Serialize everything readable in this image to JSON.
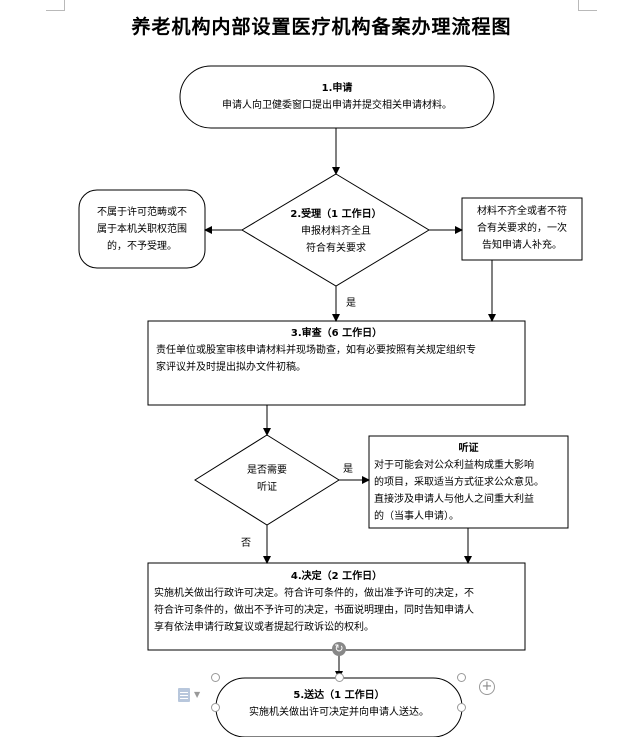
{
  "title": "养老机构内部设置医疗机构备案办理流程图",
  "nodes": {
    "apply": {
      "title": "1.申请",
      "lines": [
        "申请人向卫健委窗口提出申请并提交相关申请材料。"
      ]
    },
    "reject": {
      "lines": [
        "不属于许可范畴或不",
        "属于本机关职权范围",
        "的，不予受理。"
      ]
    },
    "accept": {
      "title": "2.受理（1 工作日）",
      "lines": [
        "申报材料齐全且",
        "符合有关要求"
      ]
    },
    "supplement": {
      "lines": [
        "材料不齐全或者不符",
        "合有关要求的，一次",
        "告知申请人补充。"
      ]
    },
    "review": {
      "title": "3.审查（6 工作日）",
      "lines": [
        "责任单位或股室审核申请材料并现场勘查，如有必要按照有关规定组织专",
        "家评议并及时提出拟办文件初稿。"
      ]
    },
    "hearing_q": {
      "lines": [
        "是否需要",
        "听证"
      ]
    },
    "hearing": {
      "title": "听证",
      "lines": [
        "对于可能会对公众利益构成重大影响",
        "的项目，采取适当方式征求公众意见。",
        "直接涉及申请人与他人之间重大利益",
        "的（当事人申请）。"
      ]
    },
    "decision": {
      "title": "4.决定（2 工作日）",
      "lines": [
        "实施机关做出行政许可决定。符合许可条件的，做出准予许可的决定，不",
        "符合许可条件的，做出不予许可的决定，书面说明理由，同时告知申请人",
        "享有依法申请行政复议或者提起行政诉讼的权利。"
      ]
    },
    "deliver": {
      "title": "5.送达（1 工作日）",
      "lines": [
        "实施机关做出许可决定并向申请人送达。"
      ]
    }
  },
  "edge_labels": {
    "accept_yes": "是",
    "hearing_yes": "是",
    "hearing_no": "否"
  },
  "icons": {
    "document": "document-icon",
    "add": "plus-icon",
    "rotate": "rotate-icon"
  },
  "colors": {
    "stroke": "#000000",
    "handle": "#999999"
  }
}
